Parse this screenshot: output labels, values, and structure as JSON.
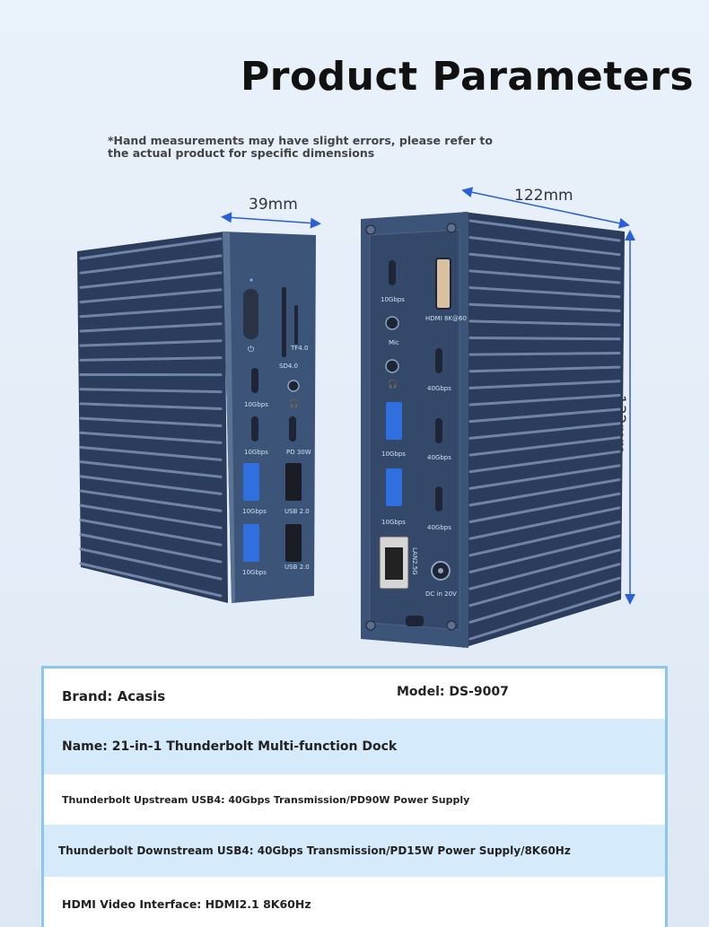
{
  "title": "Product Parameters",
  "note": "*Hand measurements may have slight errors, please refer to the actual product for specific dimensions",
  "dimensions": {
    "width": "39mm",
    "depth": "122mm",
    "height": "132mm"
  },
  "front_ports": {
    "tf": "TF4.0",
    "sd": "SD4.0",
    "c1": "10Gbps",
    "c2": "10Gbps",
    "pd": "PD 30W",
    "a1": "10Gbps",
    "a2": "USB 2.0",
    "a3": "10Gbps",
    "a4": "USB 2.0"
  },
  "back_ports": {
    "c1": "10Gbps",
    "hdmi": "HDMI 8K@60",
    "mic": "Mic",
    "tb1": "40Gbps",
    "tb2": "40Gbps",
    "tb3": "40Gbps",
    "a1": "10Gbps",
    "a2": "10Gbps",
    "lan": "LAN2.5G",
    "dc": "DC in 20V"
  },
  "specs": {
    "brand": "Brand: Acasis",
    "model": "Model: DS-9007",
    "name": "Name: 21-in-1 Thunderbolt Multi-function Dock",
    "upstream": "Thunderbolt Upstream USB4: 40Gbps Transmission/PD90W Power Supply",
    "downstream": "Thunderbolt Downstream USB4: 40Gbps Transmission/PD15W Power Supply/8K60Hz",
    "hdmi": "HDMI Video Interface: HDMI2.1 8K60Hz"
  },
  "colors": {
    "device_body": "#2c3c5c",
    "device_panel": "#3c5478",
    "table_border": "#8cc6ef",
    "table_alt_row": "#d5ebfb",
    "arrow": "#2a5fd6"
  }
}
